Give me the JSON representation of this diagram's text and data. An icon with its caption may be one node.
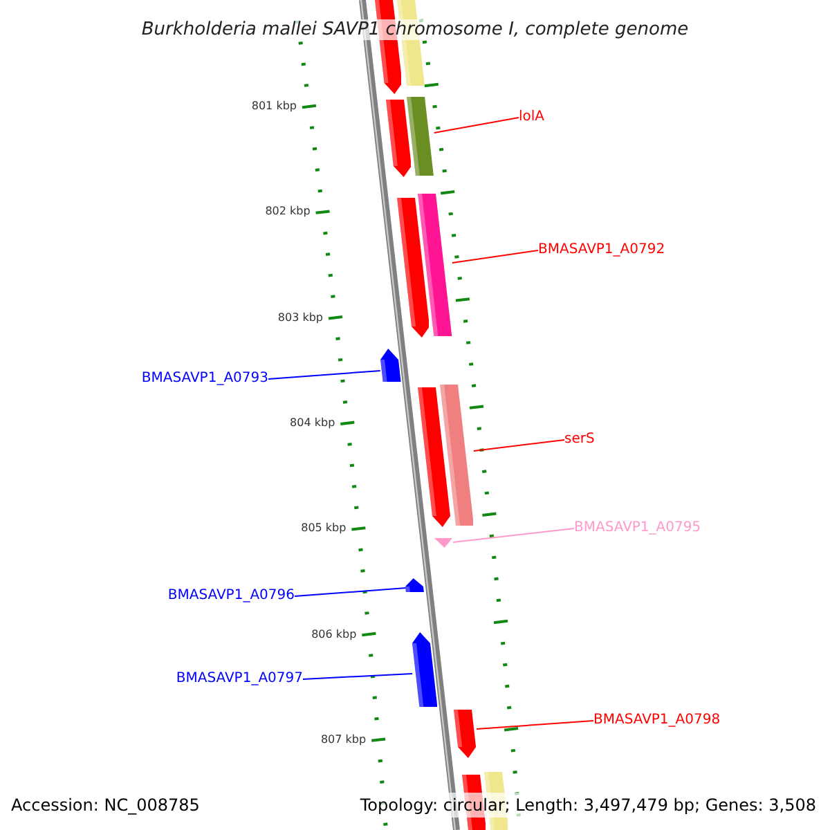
{
  "diagram": {
    "title": "Burkholderia mallei SAVP1 chromosome I, complete genome",
    "nodes": [
      {
        "text": [],
        "shape": "bar"
      },
      {
        "text": [],
        "shape": "bar"
      },
      {
        "text": [],
        "shape": "bar"
      },
      {
        "text": [],
        "shape": "bar"
      },
      {
        "text": [
          "lolA"
        ]
      },
      {
        "text": [],
        "shape": "bar"
      },
      {
        "text": [],
        "shape": "bar"
      },
      {
        "text": [
          "BMASAVP1_A0792"
        ]
      },
      {
        "text": [
          "BMASAVP1_A0793"
        ]
      },
      {
        "text": [],
        "shape": "bar"
      },
      {
        "text": [],
        "shape": "bar"
      },
      {
        "text": [],
        "shape": "bar"
      },
      {
        "text": [
          "serS"
        ]
      },
      {
        "text": [],
        "shape": "bar"
      },
      {
        "text": [
          "BMASAVP1_A0795"
        ]
      },
      {
        "text": [
          "BMASAVP1_A0796"
        ]
      },
      {
        "text": [],
        "shape": "bar"
      },
      {
        "text": [
          "BMASAVP1_A0797"
        ]
      },
      {
        "text": [],
        "shape": "bar"
      },
      {
        "text": [],
        "shape": "bar"
      },
      {
        "text": [
          "BMASAVP1_A0798"
        ]
      },
      {
        "text": [],
        "shape": "bar"
      },
      {
        "text": [],
        "shape": "bar"
      }
    ],
    "edges": [
      {
        "from": 4,
        "to": 3,
        "arrow": "none"
      },
      {
        "from": 7,
        "to": 6,
        "arrow": "none"
      },
      {
        "from": 8,
        "to": 9,
        "arrow": "none",
        "color": "#0000ff"
      },
      {
        "from": 12,
        "to": 11,
        "arrow": "none"
      },
      {
        "from": 14,
        "to": 13,
        "arrow": "none",
        "color": "#ff99cc"
      },
      {
        "from": 15,
        "to": 16,
        "arrow": "none",
        "color": "#0000ff"
      },
      {
        "from": 17,
        "to": 18,
        "arrow": "none",
        "color": "#0000ff"
      },
      {
        "from": 20,
        "to": 19,
        "arrow": "none"
      }
    ],
    "labels": [
      "801 kbp",
      "802 kbp",
      "803 kbp",
      "804 kbp",
      "805 kbp",
      "806 kbp",
      "807 kbp",
      "Accession: NC_008785",
      "Topology: circular; Length: 3,497,479 bp; Genes: 3,508"
    ]
  }
}
